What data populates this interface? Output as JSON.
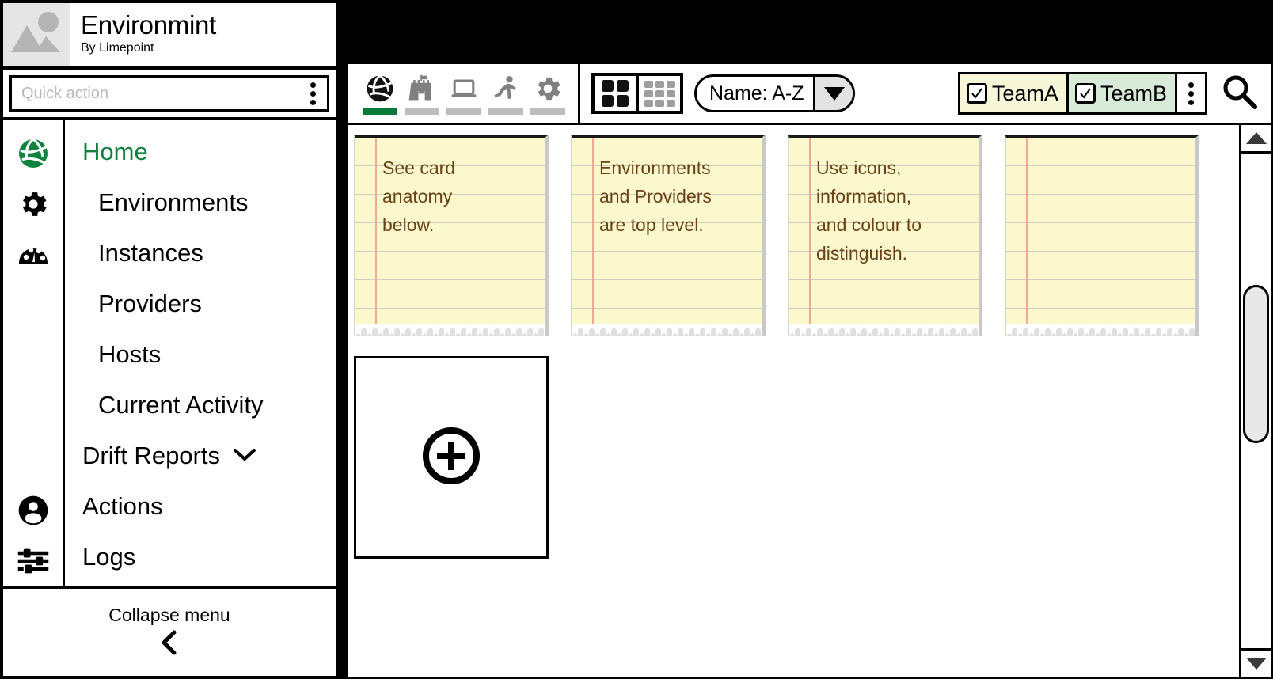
{
  "brand": {
    "title": "Environmint",
    "subtitle": "By Limepoint",
    "logo_icon": "image-placeholder-icon"
  },
  "quick_action": {
    "placeholder": "Quick action",
    "value": "",
    "menu_icon": "kebab-menu-icon"
  },
  "sidebar": {
    "rail_icons": [
      {
        "name": "globe-network-icon",
        "color": "#10823f"
      },
      {
        "name": "gear-icon",
        "color": "#000000"
      },
      {
        "name": "gauge-icon",
        "color": "#000000"
      },
      {
        "name": "user-circle-icon",
        "color": "#000000"
      },
      {
        "name": "sliders-icon",
        "color": "#000000"
      }
    ],
    "items": [
      {
        "label": "Home",
        "active": true,
        "root": true
      },
      {
        "label": "Environments",
        "active": false,
        "root": false
      },
      {
        "label": "Instances",
        "active": false,
        "root": false
      },
      {
        "label": "Providers",
        "active": false,
        "root": false
      },
      {
        "label": "Hosts",
        "active": false,
        "root": false
      },
      {
        "label": "Current Activity",
        "active": false,
        "root": false
      },
      {
        "label": "Drift Reports",
        "active": false,
        "root": true,
        "expandable": true,
        "chevron_icon": "chevron-down-icon"
      },
      {
        "label": "Actions",
        "active": false,
        "root": true
      },
      {
        "label": "Logs",
        "active": false,
        "root": true
      }
    ],
    "collapse": {
      "label": "Collapse menu",
      "icon": "chevron-left-icon"
    },
    "active_color": "#10823f"
  },
  "toolbar": {
    "tabs": [
      {
        "icon": "globe-network-icon",
        "active": true
      },
      {
        "icon": "castle-icon",
        "active": false
      },
      {
        "icon": "laptop-icon",
        "active": false
      },
      {
        "icon": "running-person-icon",
        "active": false
      },
      {
        "icon": "gear-icon",
        "active": false
      }
    ],
    "active_underline_color": "#0b7a38",
    "inactive_underline_color": "#bdbdbd",
    "view_toggle": [
      {
        "name": "grid-2x2-view",
        "active": true
      },
      {
        "name": "grid-3x3-view",
        "active": false
      }
    ],
    "sort": {
      "label": "Name: A-Z",
      "caret_icon": "caret-down-icon"
    },
    "teams": [
      {
        "label": "TeamA",
        "checked": true,
        "color": "#f7f6d8"
      },
      {
        "label": "TeamB",
        "checked": true,
        "color": "#d8ead8"
      }
    ],
    "teams_menu_icon": "kebab-menu-icon",
    "search_icon": "search-icon"
  },
  "content": {
    "notes": [
      {
        "text": "See card\nanatomy\nbelow."
      },
      {
        "text": "Environments\nand Providers\nare top level."
      },
      {
        "text": "Use icons,\ninformation,\nand colour to\ndistinguish."
      },
      {
        "text": ""
      }
    ],
    "add_card": {
      "icon": "plus-circle-icon",
      "label": ""
    },
    "note_bg": "#fbf8cd",
    "note_text_color": "#6b4116"
  },
  "scrollbar": {
    "up_icon": "triangle-up-icon",
    "down_icon": "triangle-down-icon",
    "thumb": "scrollbar-thumb"
  }
}
